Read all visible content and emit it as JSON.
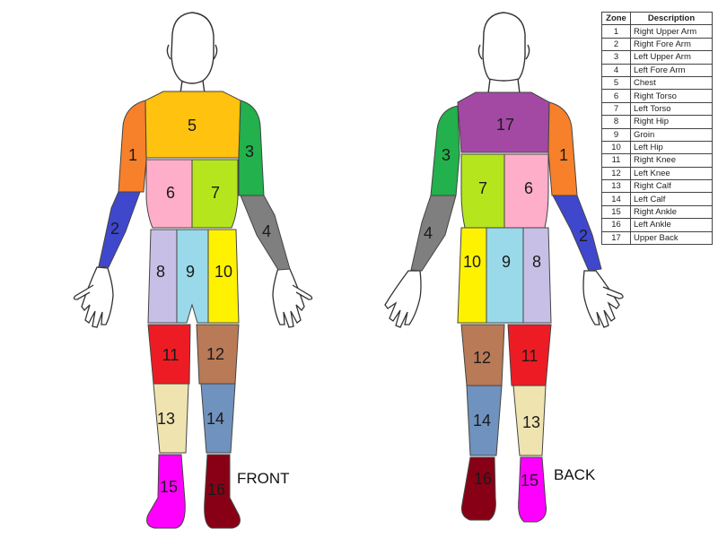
{
  "views": {
    "front_label": "FRONT",
    "back_label": "BACK"
  },
  "legend": {
    "headers": {
      "zone": "Zone",
      "description": "Description"
    },
    "rows": [
      {
        "zone": "1",
        "description": "Right Upper Arm"
      },
      {
        "zone": "2",
        "description": "Right Fore Arm"
      },
      {
        "zone": "3",
        "description": "Left Upper Arm"
      },
      {
        "zone": "4",
        "description": "Left Fore Arm"
      },
      {
        "zone": "5",
        "description": "Chest"
      },
      {
        "zone": "6",
        "description": "Right Torso"
      },
      {
        "zone": "7",
        "description": "Left Torso"
      },
      {
        "zone": "8",
        "description": "Right Hip"
      },
      {
        "zone": "9",
        "description": "Groin"
      },
      {
        "zone": "10",
        "description": "Left Hip"
      },
      {
        "zone": "11",
        "description": "Right Knee"
      },
      {
        "zone": "12",
        "description": "Left Knee"
      },
      {
        "zone": "13",
        "description": "Right Calf"
      },
      {
        "zone": "14",
        "description": "Left Calf"
      },
      {
        "zone": "15",
        "description": "Right Ankle"
      },
      {
        "zone": "16",
        "description": "Left Ankle"
      },
      {
        "zone": "17",
        "description": "Upper Back"
      }
    ]
  },
  "zone_colors": {
    "1": "#f7802a",
    "2": "#3f48cc",
    "3": "#22b14c",
    "4": "#7f7f7f",
    "5": "#ffc20e",
    "6": "#ffaec9",
    "7": "#b5e61d",
    "8": "#c8bfe7",
    "9": "#99d9ea",
    "10": "#fff200",
    "11": "#ed1c24",
    "12": "#b97a57",
    "13": "#efe4b0",
    "14": "#7092be",
    "15": "#ff00ff",
    "16": "#880015",
    "17": "#a349a4"
  },
  "zone_numbers": {
    "z1": "1",
    "z2": "2",
    "z3": "3",
    "z4": "4",
    "z5": "5",
    "z6": "6",
    "z7": "7",
    "z8": "8",
    "z9": "9",
    "z10": "10",
    "z11": "11",
    "z12": "12",
    "z13": "13",
    "z14": "14",
    "z15": "15",
    "z16": "16",
    "z17": "17"
  }
}
